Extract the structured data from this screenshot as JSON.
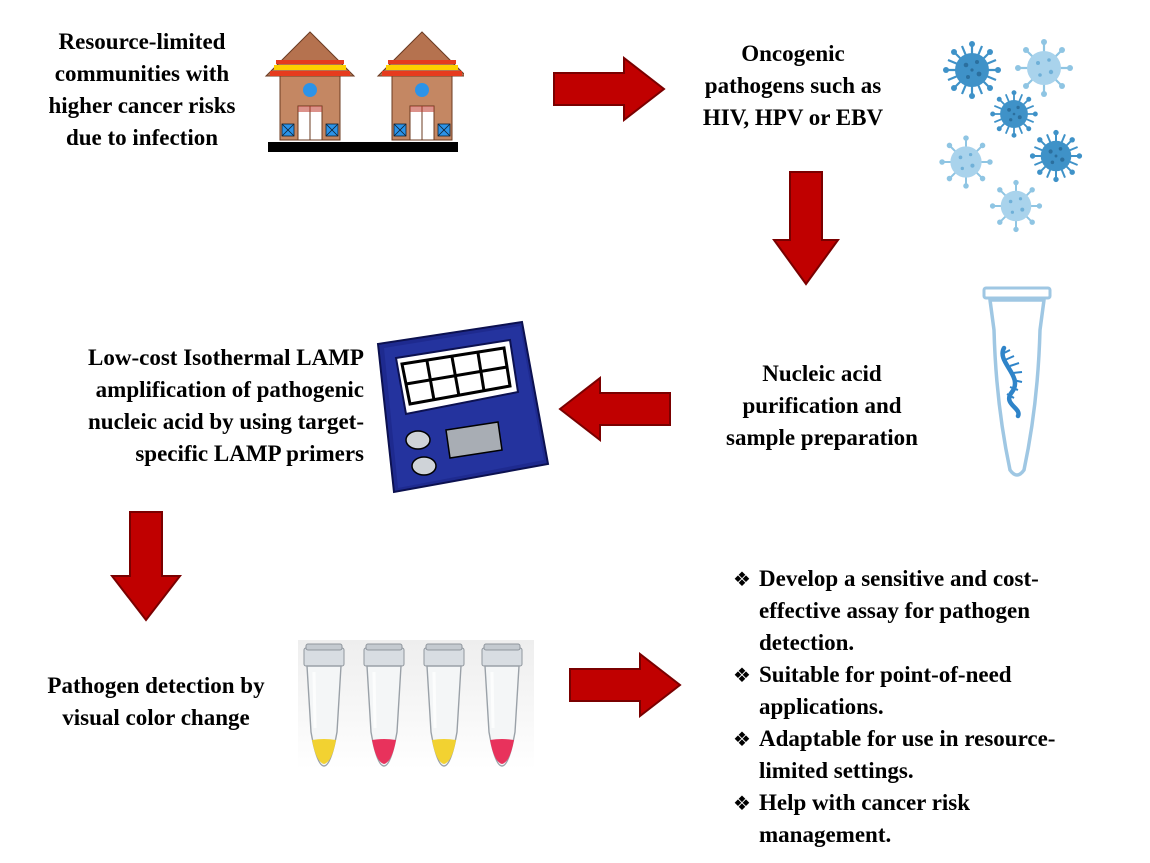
{
  "colors": {
    "arrow_fill": "#c00000",
    "arrow_stroke": "#7a0000",
    "house_wall": "#c48763",
    "house_roof": "#b5724f",
    "roof_stripe_red": "#e63b1e",
    "roof_stripe_yellow": "#ffd000",
    "house_window": "#2c93e8",
    "ground": "#000000",
    "virus_dark": "#3f92c8",
    "virus_light": "#8fc5e3",
    "device_body": "#1e2a8f",
    "tube_outline": "#9fc7e3",
    "rna_strand": "#2f84c9",
    "sample_yellow": "#f2d231",
    "sample_pink": "#e8325c"
  },
  "steps": {
    "communities": {
      "icon": "houses-icon",
      "lines": [
        "Resource-limited",
        "communities with",
        "higher  cancer risks",
        "due to infection"
      ]
    },
    "pathogens": {
      "icon": "virus-icon",
      "lines": [
        "Oncogenic",
        "pathogens such as",
        "HIV, HPV or EBV"
      ]
    },
    "purification": {
      "icon": "microtube-icon",
      "lines": [
        "Nucleic acid",
        "purification and",
        "sample preparation"
      ]
    },
    "lamp": {
      "icon": "lamp-device-icon",
      "lines": [
        "Low-cost Isothermal LAMP",
        "amplification of pathogenic",
        "nucleic acid by using target-",
        "specific LAMP primers"
      ]
    },
    "detection": {
      "icon": "color-change-tubes-icon",
      "lines": [
        "Pathogen detection by",
        "visual color change"
      ]
    }
  },
  "outcomes": {
    "bullet_symbol": "❖",
    "items": [
      {
        "lines": [
          "Develop a sensitive and cost-",
          "effective assay for pathogen",
          "detection."
        ]
      },
      {
        "lines": [
          "Suitable for point-of-need",
          "applications."
        ]
      },
      {
        "lines": [
          "Adaptable for use in resource-",
          "limited settings."
        ]
      },
      {
        "lines": [
          "Help with cancer risk",
          "management."
        ]
      }
    ]
  }
}
